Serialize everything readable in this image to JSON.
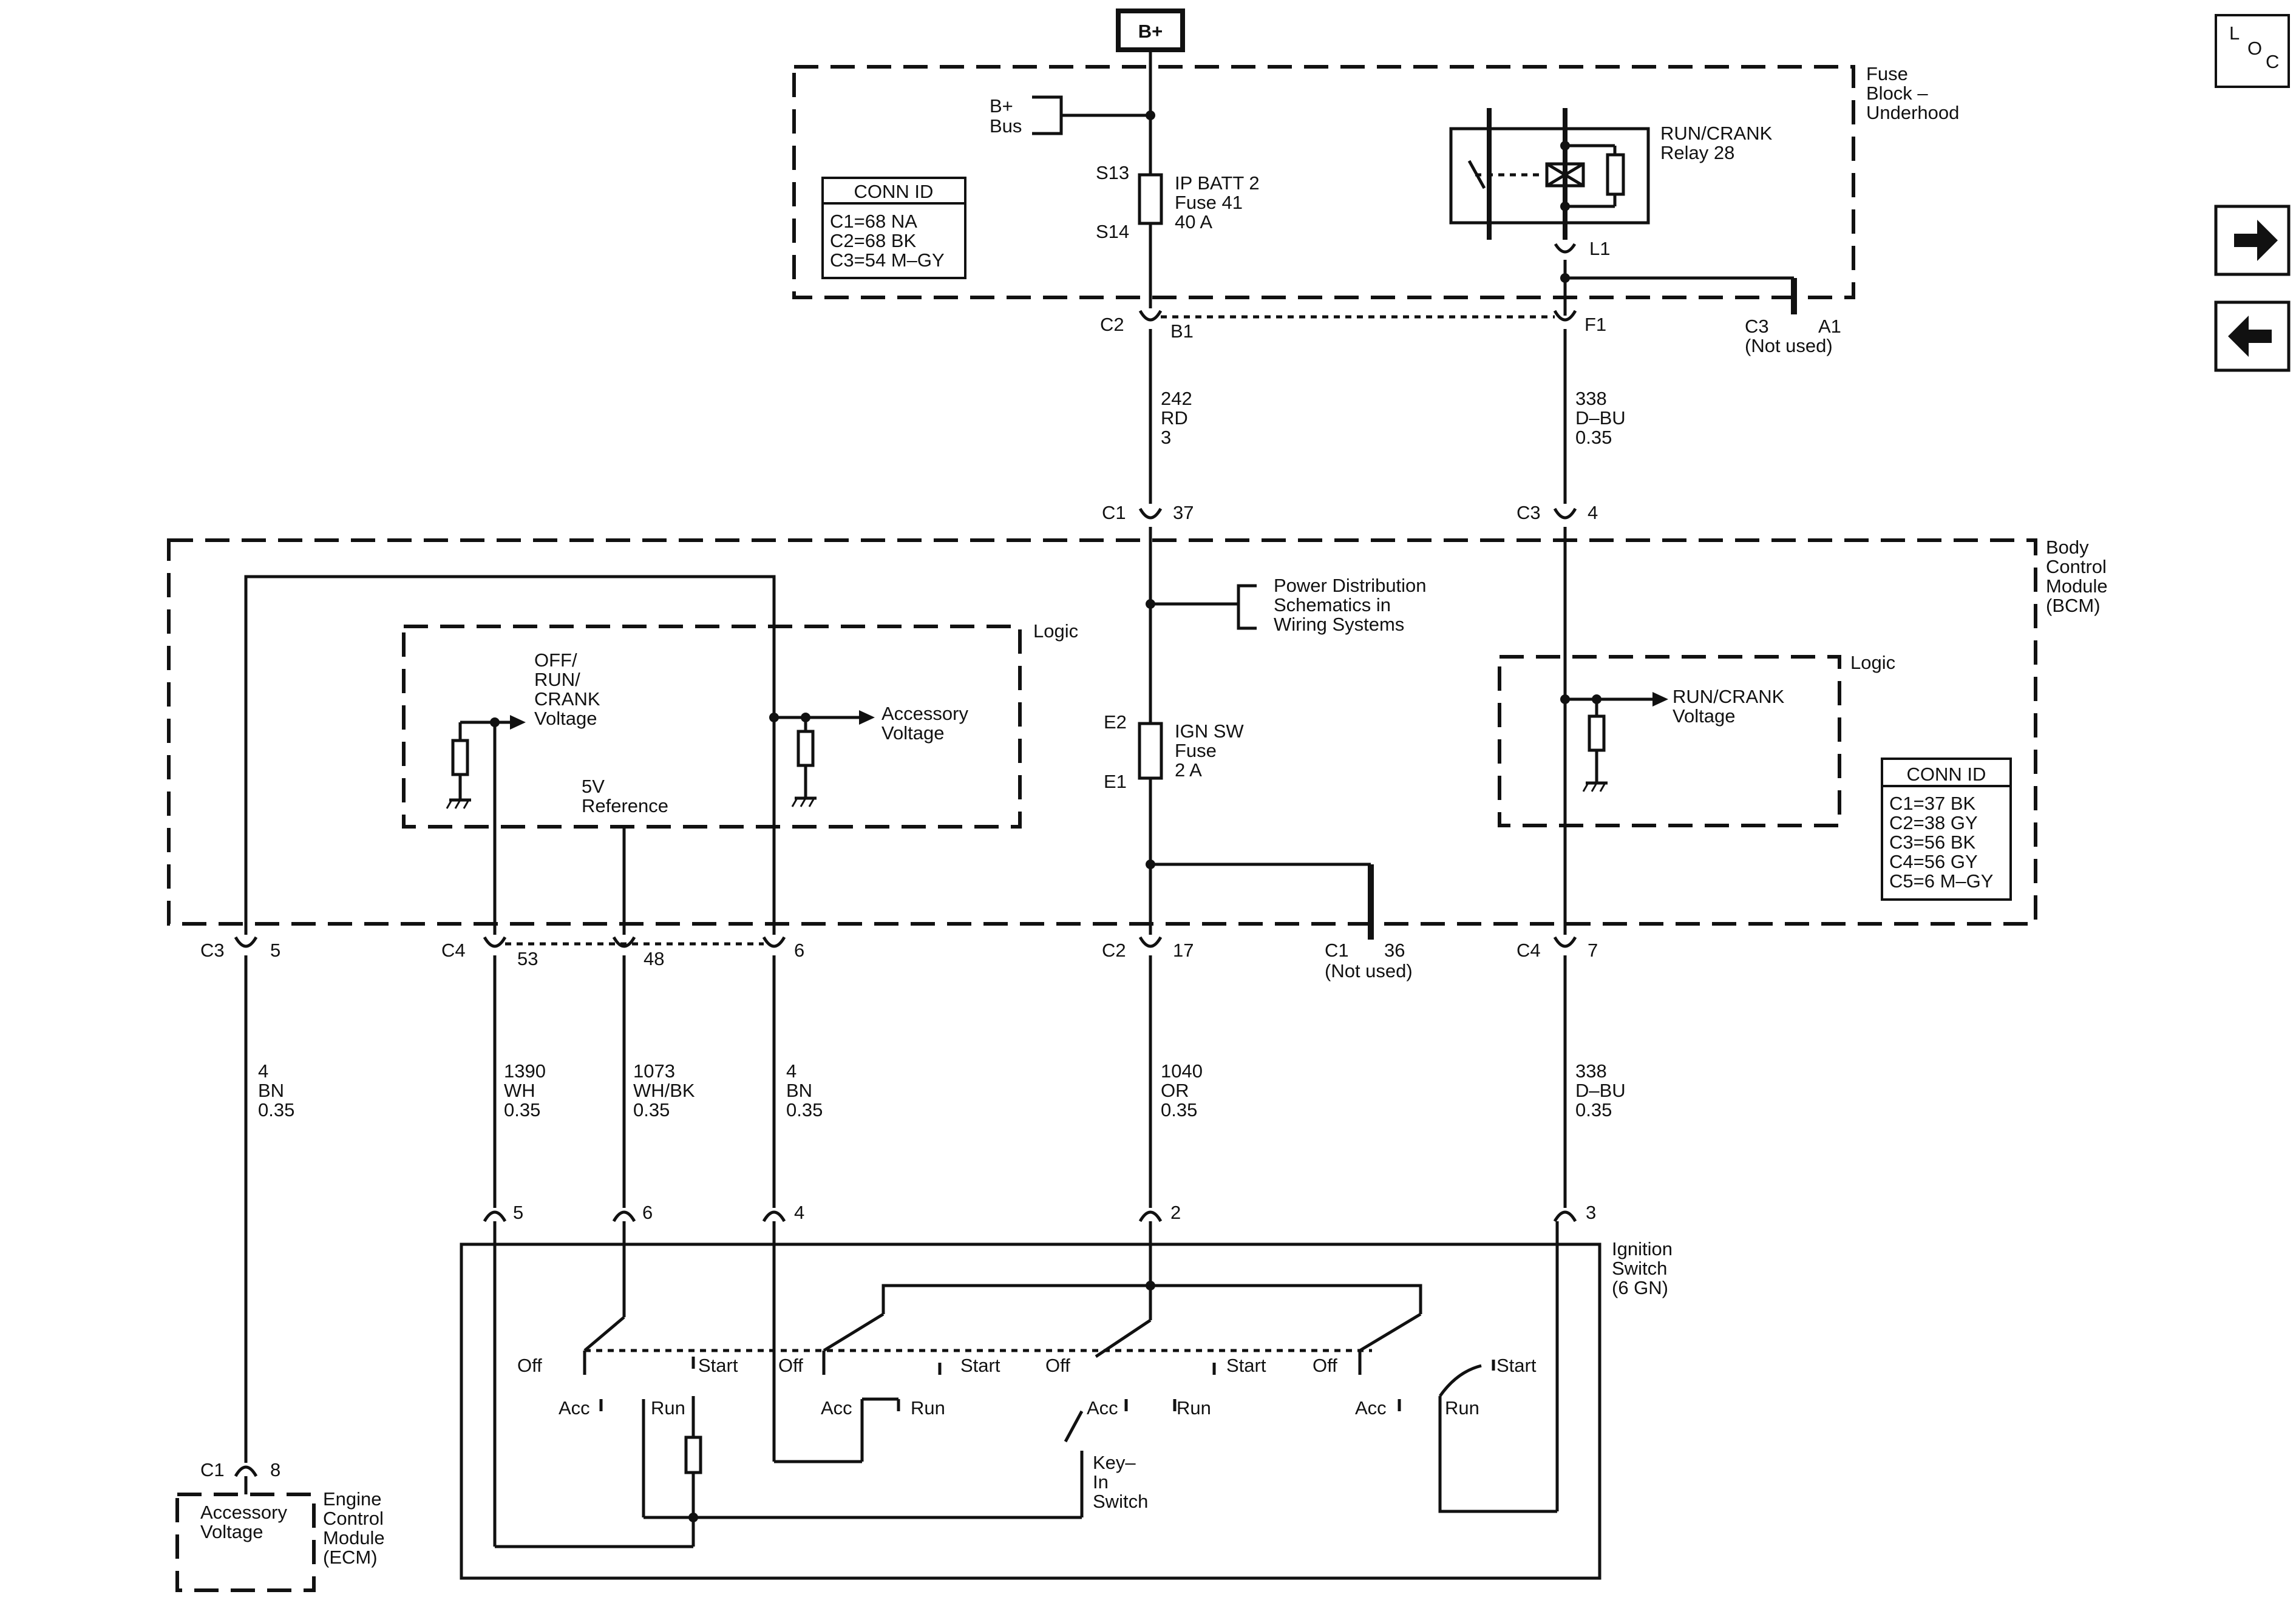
{
  "supply": {
    "b_plus": "B+"
  },
  "loc": {
    "l": "L",
    "o": "O",
    "c": "C"
  },
  "fuse_block": {
    "title": [
      "Fuse",
      "Block –",
      "Underhood"
    ],
    "bus": [
      "B+",
      "Bus"
    ],
    "conn_title": "CONN ID",
    "conn": [
      "C1=68 NA",
      "C2=68 BK",
      "C3=54 M–GY"
    ],
    "fuse_top_pin": "S13",
    "fuse_bottom_pin": "S14",
    "fuse_label": [
      "IP BATT 2",
      "Fuse 41",
      "40 A"
    ],
    "relay_label": [
      "RUN/CRANK",
      "Relay 28"
    ],
    "relay_pin": "L1",
    "left_conn": "C2",
    "left_pin": "B1",
    "right_pin": "F1",
    "unused_conn": "C3",
    "unused_pin": "A1",
    "unused_note": "(Not used)"
  },
  "wires_upper": {
    "left": [
      "242",
      "RD",
      "3"
    ],
    "right": [
      "338",
      "D–BU",
      "0.35"
    ]
  },
  "bcm": {
    "title": [
      "Body",
      "Control",
      "Module",
      "(BCM)"
    ],
    "top_left_conn": "C1",
    "top_left_pin": "37",
    "top_right_conn": "C3",
    "top_right_pin": "4",
    "power_dist": [
      "Power Distribution",
      "Schematics in",
      "Wiring Systems"
    ],
    "logic_left": "Logic",
    "off_run_crank": [
      "OFF/",
      "RUN/",
      "CRANK",
      "Voltage"
    ],
    "accessory": [
      "Accessory",
      "Voltage"
    ],
    "ref5v": [
      "5V",
      "Reference"
    ],
    "ign_fuse_top": "E2",
    "ign_fuse_bottom": "E1",
    "ign_fuse_label": [
      "IGN SW",
      "Fuse",
      "2 A"
    ],
    "logic_right": "Logic",
    "run_crank_voltage": [
      "RUN/CRANK",
      "Voltage"
    ],
    "conn_title": "CONN ID",
    "conn": [
      "C1=37 BK",
      "C2=38 GY",
      "C3=56 BK",
      "C4=56 GY",
      "C5=6 M–GY"
    ],
    "bottom": {
      "c3": "C3",
      "c3_pin": "5",
      "c4": "C4",
      "c4_pin1": "53",
      "c4_pin2": "48",
      "c4_pin3": "6",
      "c2": "C2",
      "c2_pin": "17",
      "c1": "C1",
      "c1_pin": "36",
      "c1_note": "(Not used)",
      "c4r": "C4",
      "c4r_pin": "7"
    }
  },
  "wires_lower": [
    [
      "4",
      "BN",
      "0.35"
    ],
    [
      "1390",
      "WH",
      "0.35"
    ],
    [
      "1073",
      "WH/BK",
      "0.35"
    ],
    [
      "4",
      "BN",
      "0.35"
    ],
    [
      "1040",
      "OR",
      "0.35"
    ],
    [
      "338",
      "D–BU",
      "0.35"
    ]
  ],
  "ignition_switch": {
    "title": [
      "Ignition",
      "Switch",
      "(6 GN)"
    ],
    "pins": [
      "5",
      "6",
      "4",
      "2",
      "3"
    ],
    "positions": {
      "off": "Off",
      "acc": "Acc",
      "run": "Run",
      "start": "Start"
    },
    "key_in": [
      "Key–",
      "In",
      "Switch"
    ]
  },
  "ecm": {
    "conn": "C1",
    "pin": "8",
    "box": [
      "Accessory",
      "Voltage"
    ],
    "title": [
      "Engine",
      "Control",
      "Module",
      "(ECM)"
    ]
  },
  "nav": {
    "forward": "forward-arrow",
    "back": "back-arrow"
  }
}
